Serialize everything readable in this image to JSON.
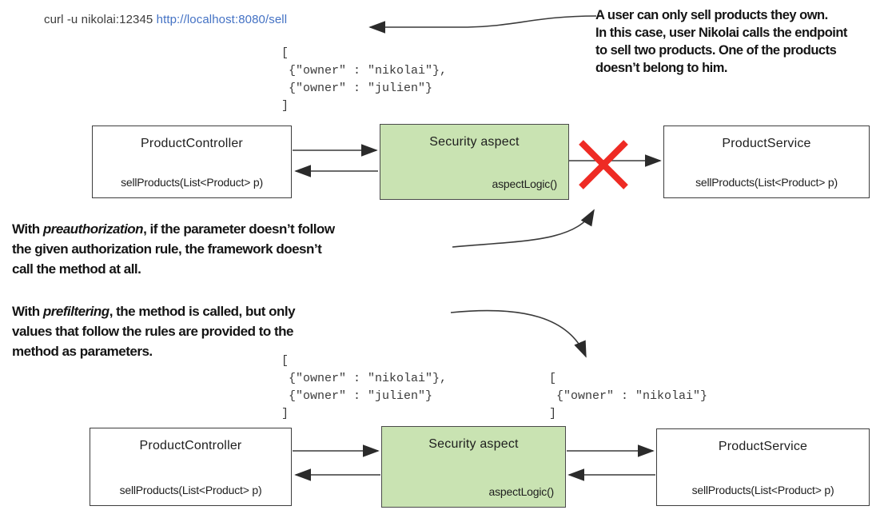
{
  "colors": {
    "green_box": "#c9e3b2",
    "red_x": "#ee2b24",
    "link_blue": "#4472c4",
    "arrow": "#3a3a3a"
  },
  "curl": {
    "command": "curl -u nikolai:12345 ",
    "url": "http://localhost:8080/sell"
  },
  "annotation_top": {
    "lines": [
      "A user can only sell products they own.",
      "In this case, user Nikolai calls the endpoint",
      "to sell two products. One of the products",
      "doesn’t belong to him."
    ]
  },
  "json_request": "[\n {\"owner\" : \"nikolai\"},\n {\"owner\" : \"julien\"}\n]",
  "json_before_filter": "[\n {\"owner\" : \"nikolai\"},\n {\"owner\" : \"julien\"}\n]",
  "json_after_filter": "[\n {\"owner\" : \"nikolai\"}\n]",
  "preauthorization_note": {
    "lead": "With ",
    "keyword": "preauthorization",
    "line1_rest": ", if the parameter doesn’t follow",
    "line2": "the given authorization rule, the framework doesn’t",
    "line3": "call the method at all."
  },
  "prefiltering_note": {
    "lead": "With ",
    "keyword": "prefiltering",
    "line1_rest": ", the method is called, but only",
    "line2": "values that follow the rules are provided to the",
    "line3": "method as parameters."
  },
  "diagram_top": {
    "controller": {
      "title": "ProductController",
      "method": "sellProducts(List<Product> p)"
    },
    "aspect": {
      "title": "Security aspect",
      "method": "aspectLogic()"
    },
    "service": {
      "title": "ProductService",
      "method": "sellProducts(List<Product> p)"
    }
  },
  "diagram_bottom": {
    "controller": {
      "title": "ProductController",
      "method": "sellProducts(List<Product> p)"
    },
    "aspect": {
      "title": "Security aspect",
      "method": "aspectLogic()"
    },
    "service": {
      "title": "ProductService",
      "method": "sellProducts(List<Product> p)"
    }
  }
}
